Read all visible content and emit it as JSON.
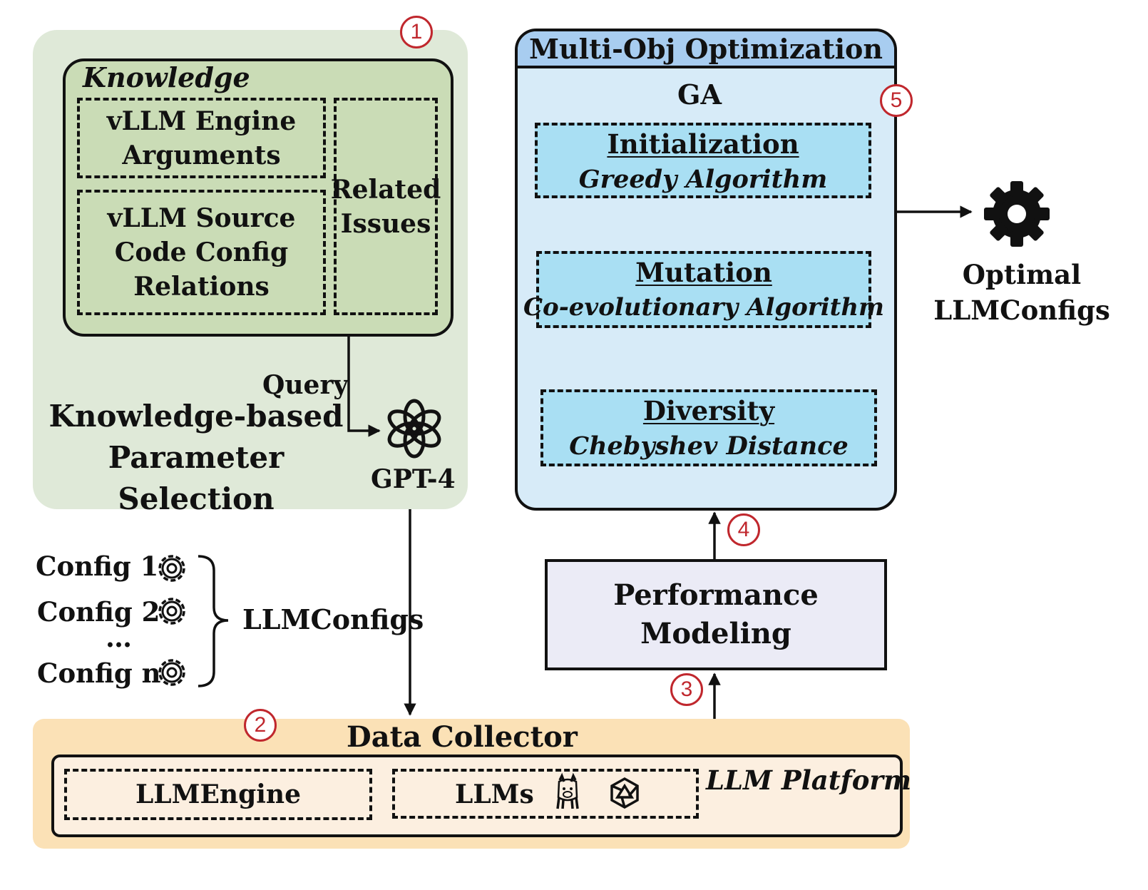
{
  "knowledge_panel": {
    "step": "1",
    "title": "Knowledge",
    "engine_args": "vLLM Engine Arguments",
    "source_code": "vLLM Source Code Config Relations",
    "issues": "Related Issues",
    "query_label": "Query",
    "gpt_label": "GPT-4",
    "panel_title": "Knowledge-based Parameter Selection"
  },
  "configs": {
    "items": [
      "Config 1",
      "Config 2",
      "Config n"
    ],
    "ellipsis": "…",
    "group_label": "LLMConfigs"
  },
  "data_collector": {
    "step": "2",
    "title": "Data Collector",
    "engine": "LLMEngine",
    "llms": "LLMs",
    "platform": "LLM Platform"
  },
  "performance": {
    "step_in": "3",
    "step_out": "4",
    "label": "Performance Modeling"
  },
  "optimization": {
    "title": "Multi-Obj Optimization",
    "ga": "GA",
    "step": "5",
    "blocks": [
      {
        "heading": "Initialization",
        "sub": "Greedy Algorithm"
      },
      {
        "heading": "Mutation",
        "sub": "Co-evolutionary Algorithm"
      },
      {
        "heading": "Diversity",
        "sub": "Chebyshev Distance"
      }
    ]
  },
  "output": {
    "label": "Optimal LLMConfigs"
  },
  "colors": {
    "knowledge_bg": "#dfe9d8",
    "knowledge_inner": "#cadcb6",
    "collector_bg": "#fbe1b6",
    "collector_inner": "#fcefe0",
    "opt_bg": "#d7ebf8",
    "opt_header": "#a8cdf0",
    "opt_block": "#a9dff3",
    "perf_bg": "#ebebf6",
    "step_red": "#c0272d"
  }
}
